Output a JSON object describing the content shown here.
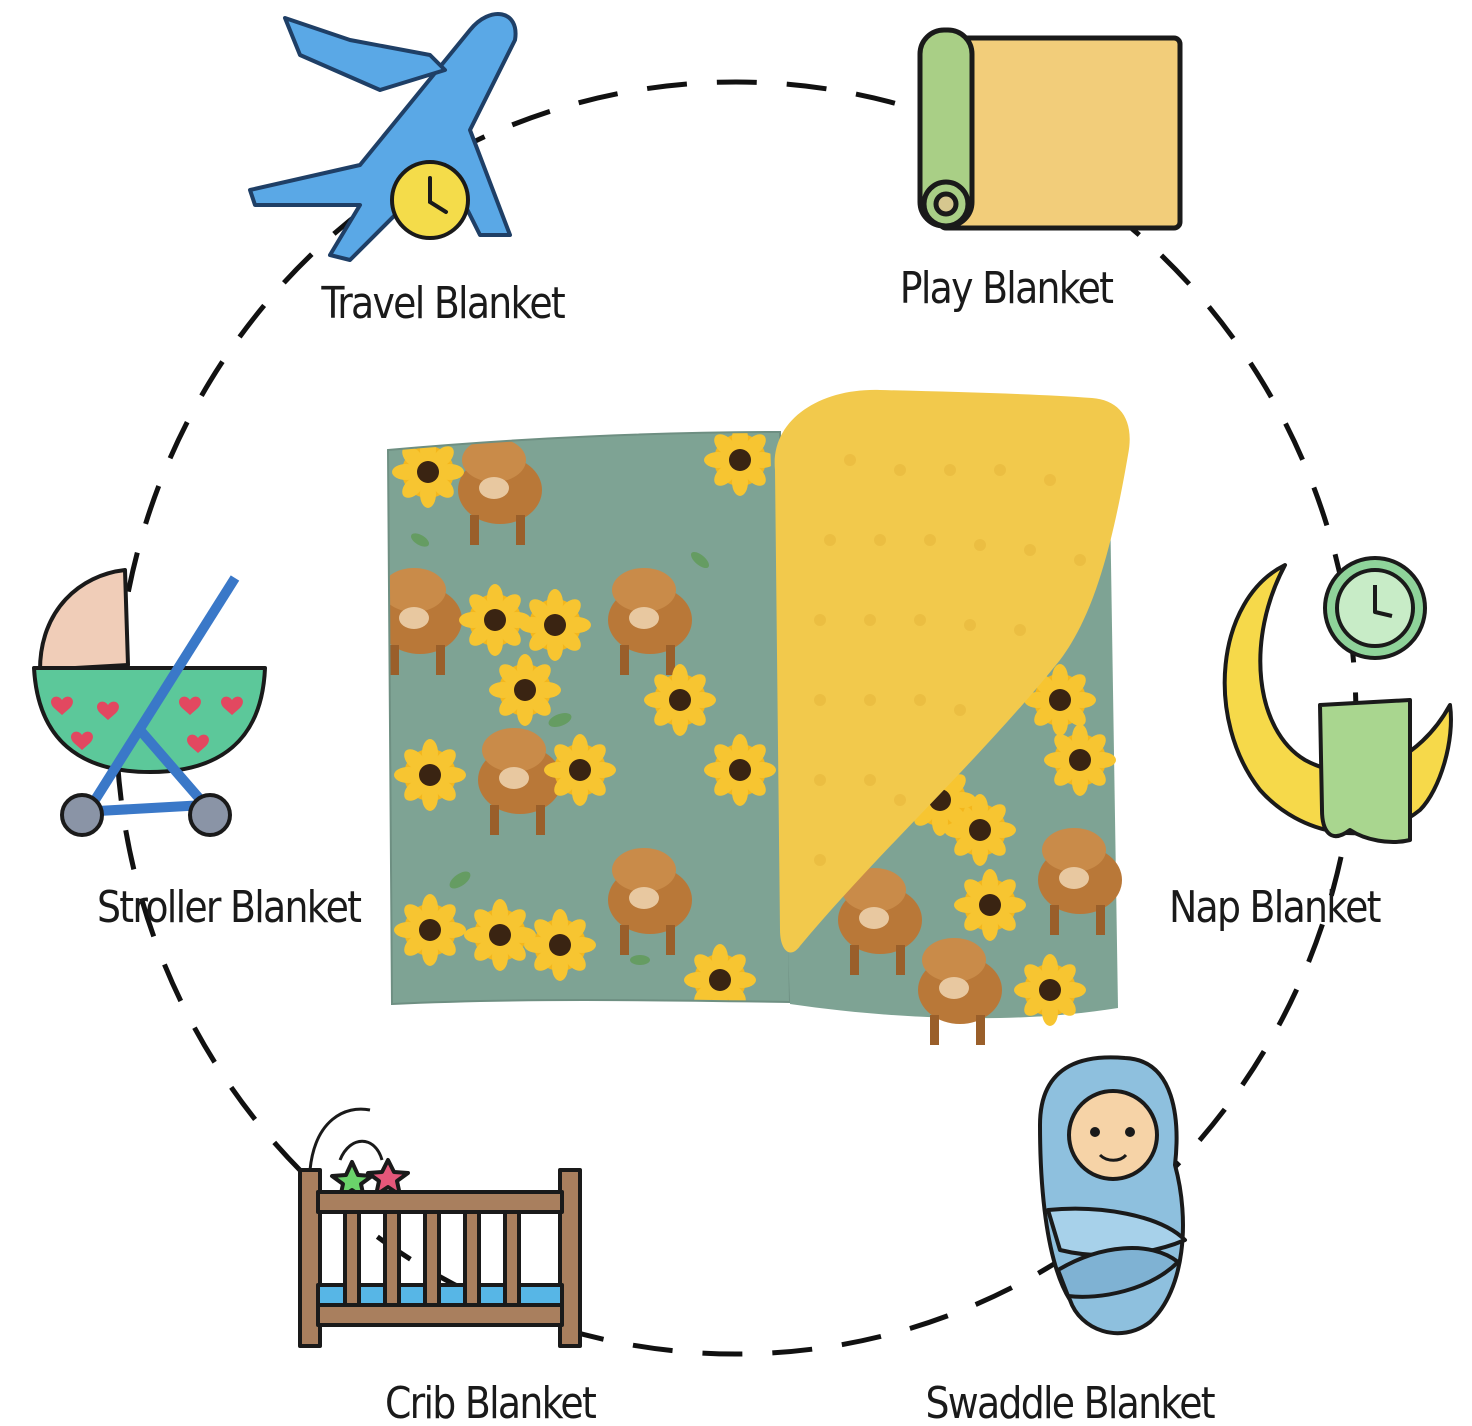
{
  "labels": {
    "travel": "Travel Blanket",
    "play": "Play Blanket",
    "stroller": "Stroller Blanket",
    "nap": "Nap Blanket",
    "crib": "Crib Blanket",
    "swaddle": "Swaddle Blanket"
  },
  "icons": {
    "travel": "airplane-with-clock-icon",
    "play": "rolled-mat-icon",
    "stroller": "baby-stroller-icon",
    "nap": "moon-clock-blanket-icon",
    "crib": "crib-with-mobile-icon",
    "swaddle": "swaddled-baby-icon"
  },
  "colors": {
    "airplane": "#5aa8e6",
    "clock_yellow": "#f4dc4a",
    "mat_fill": "#f2cd7a",
    "mat_roll": "#a9cf86",
    "stroller_basket": "#5cc89a",
    "stroller_frame": "#3a78c8",
    "moon": "#f6d94a",
    "nap_clock": "#8fd39a",
    "crib_wood": "#a97f5e",
    "swaddle_blue": "#8ec0de",
    "blanket_green": "#7ea394",
    "minky_yellow": "#f2c94c",
    "sunflower": "#f4b71c",
    "cow_brown": "#b97838"
  }
}
